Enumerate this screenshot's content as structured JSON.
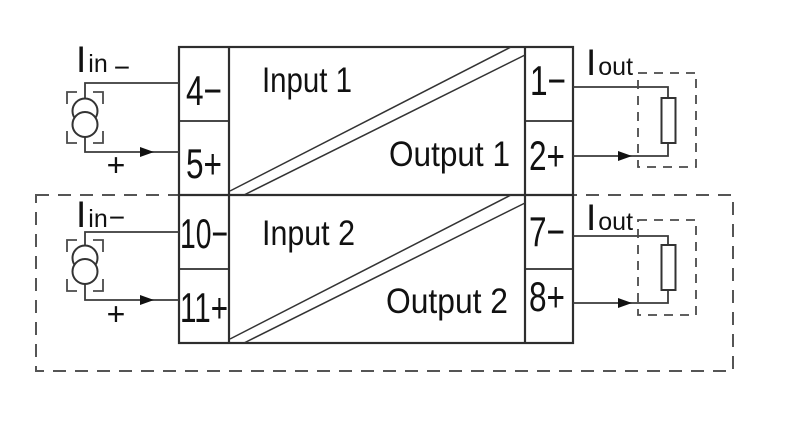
{
  "diagram_title": "",
  "channels": [
    {
      "number": "1",
      "block_input_label": "Input 1",
      "block_output_label": "Output 1",
      "terminals": {
        "input_minus": "4−",
        "input_plus": "5+",
        "output_minus": "1−",
        "output_plus": "2+"
      },
      "source_label": {
        "base": "I",
        "sub": "in",
        "sign": "−"
      },
      "polarity_plus": "+",
      "load_label": {
        "base": "I",
        "sub": "out"
      }
    },
    {
      "number": "2",
      "block_input_label": "Input 2",
      "block_output_label": "Output 2",
      "terminals": {
        "input_minus": "10−",
        "input_plus": "11+",
        "output_minus": "7−",
        "output_plus": "8+"
      },
      "source_label": {
        "base": "I",
        "sub": "in",
        "sign": "−"
      },
      "polarity_plus": "+",
      "load_label": {
        "base": "I",
        "sub": "out"
      }
    }
  ],
  "colors": {
    "background": "#ffffff",
    "line": "#2e2e2e",
    "wire": "#3a3a3a",
    "dashed": "#555555",
    "text": "#111111"
  }
}
